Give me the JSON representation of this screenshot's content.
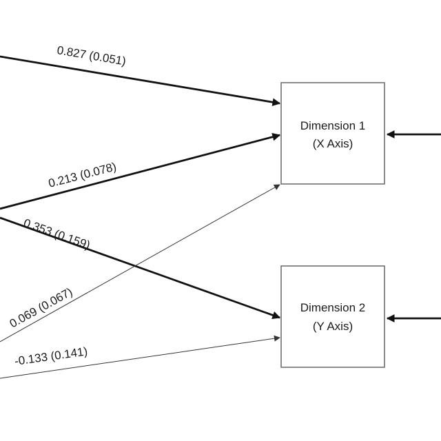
{
  "nodes": {
    "dimension_1": {
      "line1": "Dimension 1",
      "line2": "(X Axis)"
    },
    "dimension_2": {
      "line1": "Dimension 2",
      "line2": "(Y Axis)"
    }
  },
  "edges": [
    {
      "label": "0.827 (0.051)",
      "weight": "strong",
      "target": "dimension_1"
    },
    {
      "label": "0.213 (0.078)",
      "weight": "strong",
      "target": "dimension_1"
    },
    {
      "label": "0.353 (0.159)",
      "weight": "strong",
      "target": "dimension_2"
    },
    {
      "label": "0.069 (0.067)",
      "weight": "weak",
      "target": "dimension_1"
    },
    {
      "label": "-0.133 (0.141)",
      "weight": "weak",
      "target": "dimension_2"
    }
  ],
  "colors": {
    "line": "#111111",
    "box_border": "#666666",
    "text": "#1a1a1a"
  }
}
